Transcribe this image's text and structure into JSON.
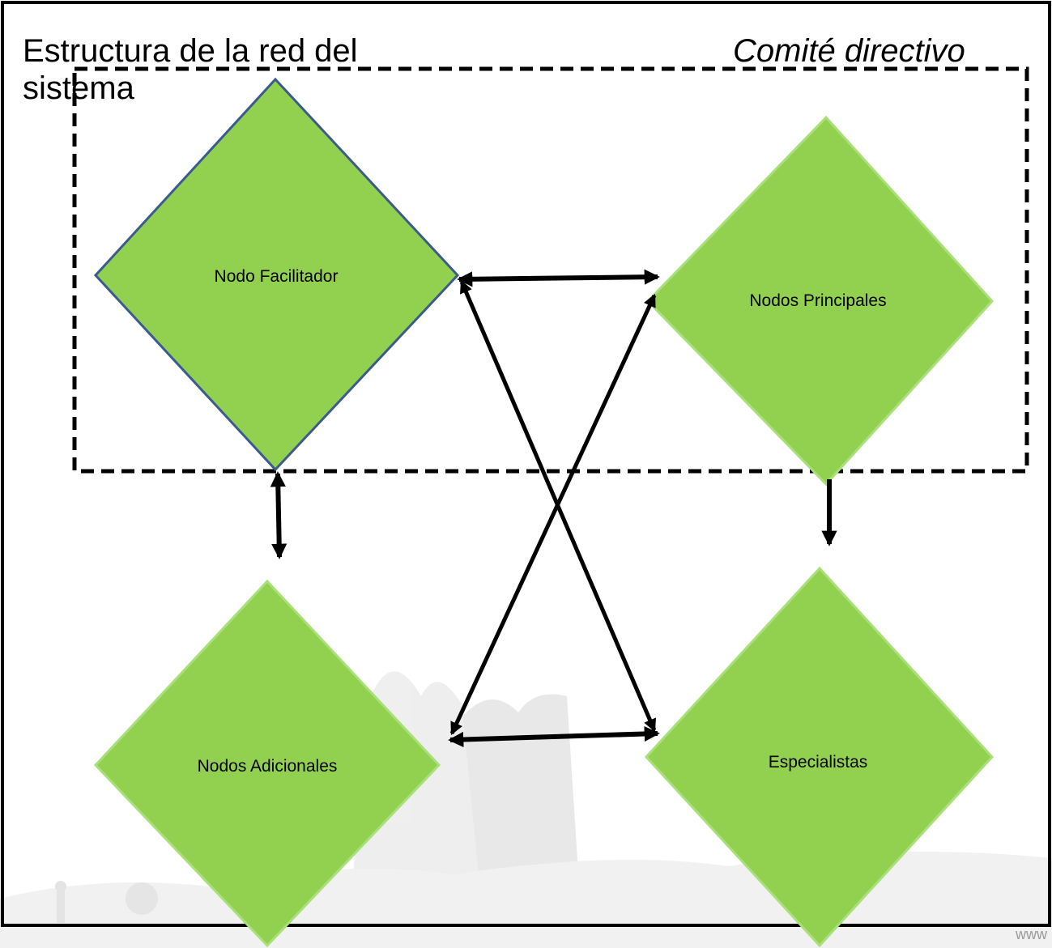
{
  "diagram": {
    "title": "Estructura de la red del sistema",
    "committee_label": "Comité directivo",
    "nodes": {
      "facilitator": "Nodo Facilitador",
      "principal": "Nodos Principales",
      "additional": "Nodos Adicionales",
      "specialists": "Especialistas"
    }
  },
  "footer": {
    "url_fragment": "www"
  },
  "colors": {
    "node_fill": "#92d050",
    "node_border_facilitator": "#3b5b8c",
    "node_border_other": "#a9e07a",
    "arrow": "#000000",
    "background_scenery": "#d9d9d9",
    "footer_bar": "#c00000"
  }
}
